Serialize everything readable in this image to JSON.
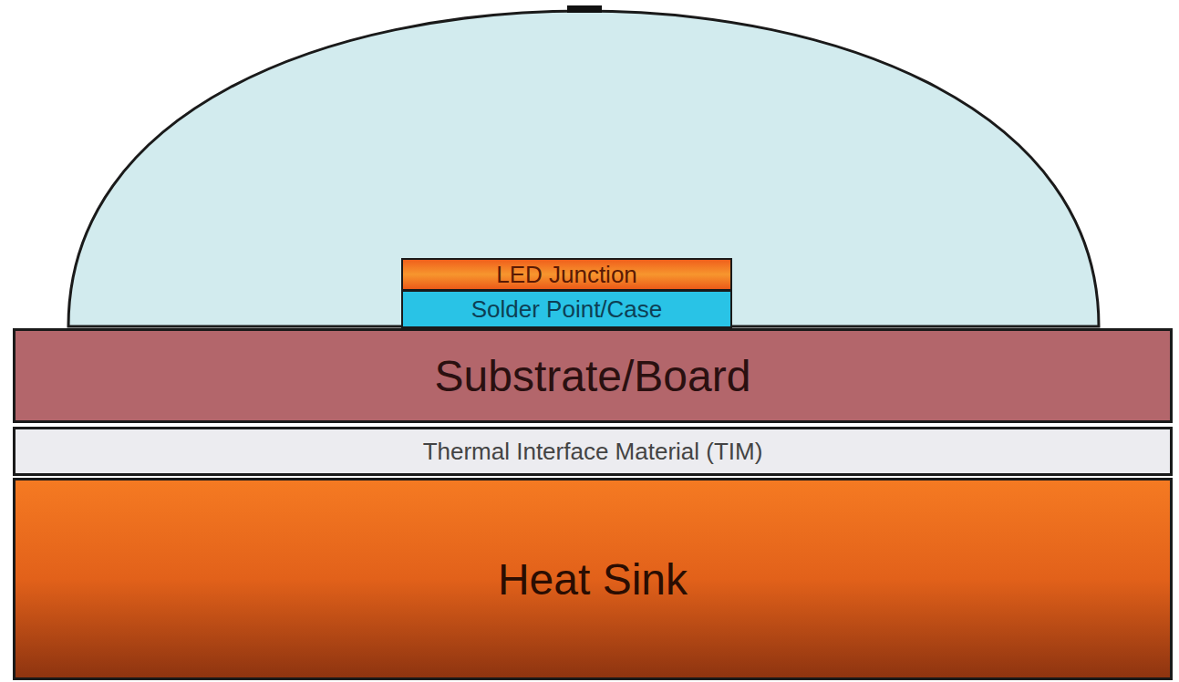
{
  "diagram": {
    "nodes": [
      {
        "text": [
          "LED Junction"
        ]
      },
      {
        "text": [
          "Solder Point/Case"
        ]
      },
      {
        "text": [
          "Substrate/Board"
        ]
      },
      {
        "text": [
          "Thermal Interface Material (TIM)"
        ]
      },
      {
        "text": [
          "Heat Sink"
        ]
      }
    ]
  }
}
